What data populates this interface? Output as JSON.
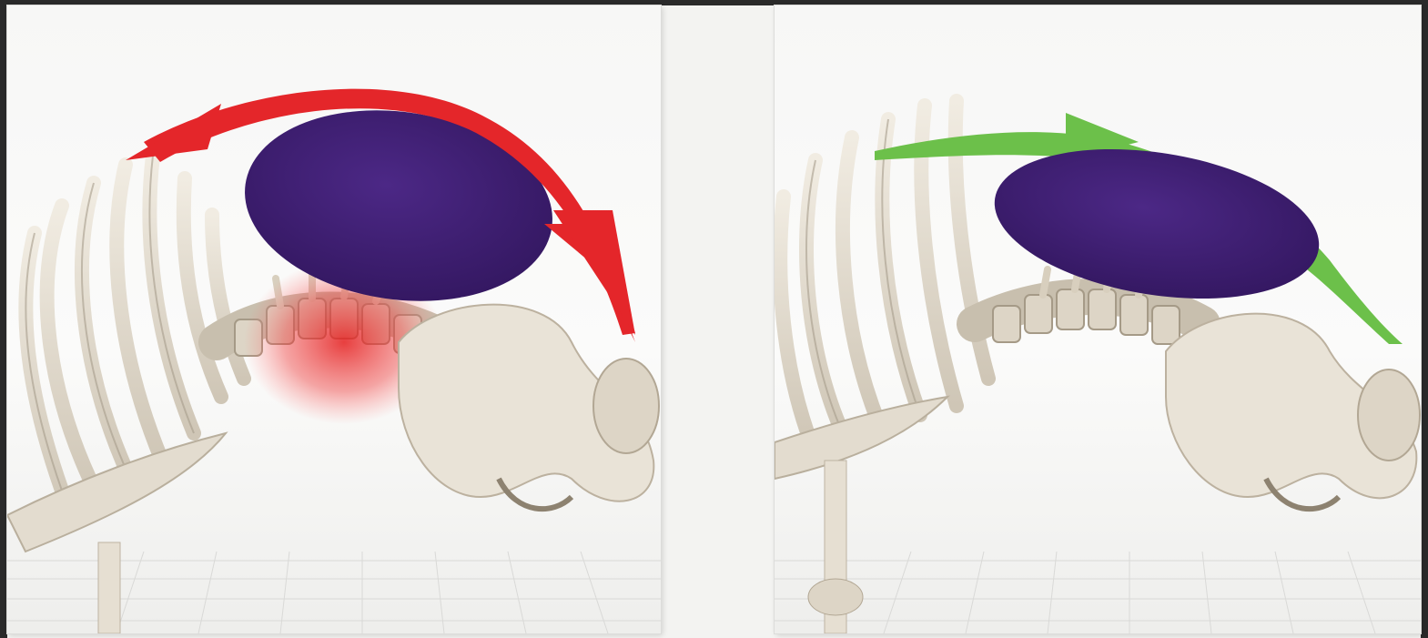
{
  "figure": {
    "panels": [
      {
        "id": "left",
        "depiction": "skeleton-spine-with-load",
        "load_color": "#3f1f6e",
        "arrow_color": "#e4262a",
        "highlight_color": "#e02020"
      },
      {
        "id": "right",
        "depiction": "skeleton-spine-with-load",
        "load_color": "#3f1f6e",
        "arrow_color": "#6cc04a"
      }
    ]
  }
}
